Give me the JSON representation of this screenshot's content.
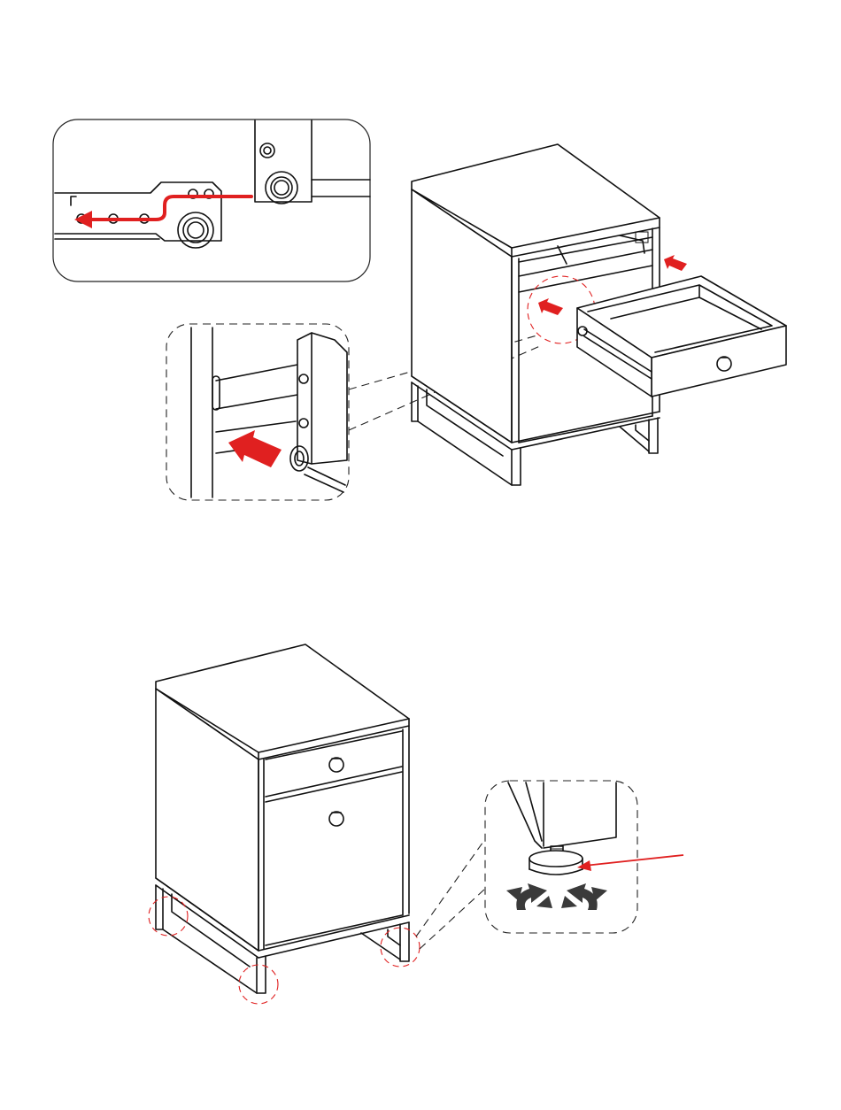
{
  "figure": {
    "steps": [
      {
        "step": "drawer-installation",
        "callouts": [
          "rail-lock-detail",
          "runner-insert-detail"
        ]
      },
      {
        "step": "leveling-feet-adjustment",
        "callouts": [
          "leveling-foot-detail"
        ]
      }
    ]
  },
  "colors": {
    "line": "#111111",
    "accent": "#e02020",
    "rotate_arrow": "#3a3a3a",
    "background": "#ffffff"
  },
  "icons": [
    "red-direction-arrow",
    "rotate-arrow-icon",
    "drawer-knob",
    "leveling-foot",
    "screw-hole"
  ]
}
